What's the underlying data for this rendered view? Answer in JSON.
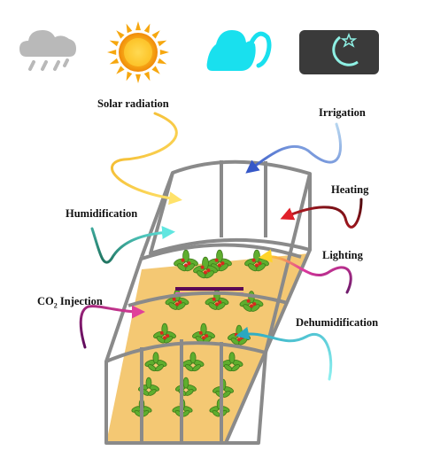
{
  "weather_icons": [
    {
      "name": "rain-cloud-icon",
      "color": "#b9b9b9"
    },
    {
      "name": "sun-icon",
      "color": "#f7b21a"
    },
    {
      "name": "cloud-icon",
      "color": "#19e0ee"
    },
    {
      "name": "moon-star-icon",
      "color": "#8ef0e4"
    }
  ],
  "labels": {
    "solar_radiation": "Solar radiation",
    "irrigation": "Irrigation",
    "heating": "Heating",
    "humidification": "Humidification",
    "lighting": "Lighting",
    "co2_prefix": "CO",
    "co2_sub": "2",
    "co2_suffix": " Injection",
    "dehumidification": "Dehumidification"
  },
  "colors": {
    "solar_radiation": "#e8c21a",
    "irrigation": "#5a86d8",
    "heating": "#7a1216",
    "humidification": "#2fb9a8",
    "lighting": "#cc2f9a",
    "co2_injection": "#b02a8a",
    "dehumidification": "#55d6dc",
    "frame": "#8a8a8a",
    "soil": "#f4c873",
    "plant": "#5fae2e"
  }
}
